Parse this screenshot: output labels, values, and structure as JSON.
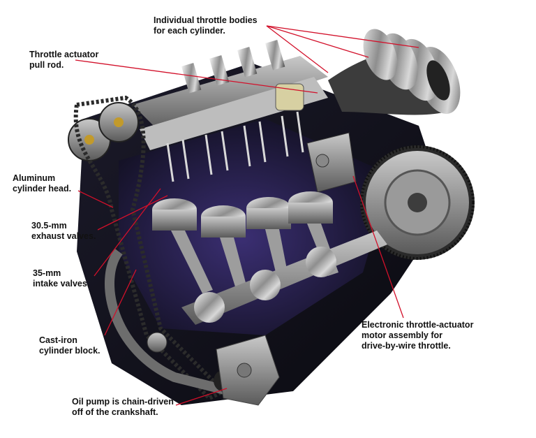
{
  "diagram": {
    "accent_color": "#d2102a",
    "subject": "cutaway-inline-four-engine",
    "labels": [
      {
        "id": "throttle-bodies",
        "lines": [
          "Individual throttle bodies",
          "for each cylinder."
        ]
      },
      {
        "id": "actuator-rod",
        "lines": [
          "Throttle actuator",
          "pull rod."
        ]
      },
      {
        "id": "cylinder-head",
        "lines": [
          "Aluminum",
          "cylinder head."
        ]
      },
      {
        "id": "exhaust-valves",
        "lines": [
          "30.5-mm",
          "exhaust valves."
        ]
      },
      {
        "id": "intake-valves",
        "lines": [
          "35-mm",
          "intake valves."
        ]
      },
      {
        "id": "cylinder-block",
        "lines": [
          "Cast-iron",
          "cylinder block."
        ]
      },
      {
        "id": "oil-pump",
        "lines": [
          "Oil pump is chain-driven",
          "off of the crankshaft."
        ]
      },
      {
        "id": "actuator-motor",
        "lines": [
          "Electronic throttle-actuator",
          "motor assembly for",
          "drive-by-wire throttle."
        ]
      }
    ]
  }
}
